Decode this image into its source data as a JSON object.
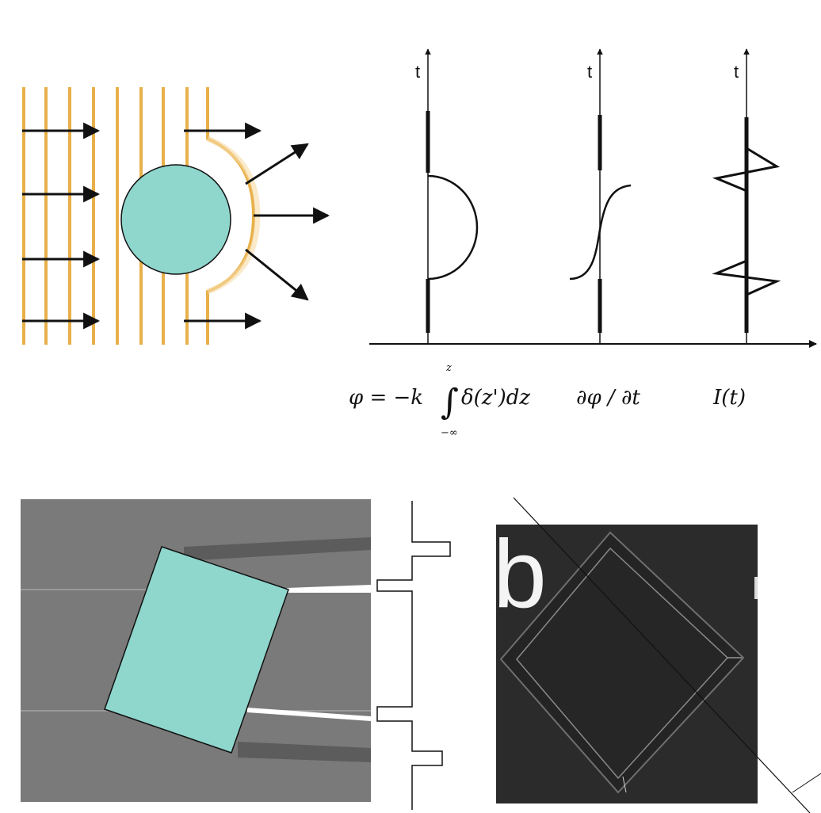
{
  "colors": {
    "wavefront": "#e8b04a",
    "object": "#8fd6cc",
    "grey_field": "#7b7a7b",
    "dark_band": "#5e5d5e",
    "ray_white": "#ffffff",
    "ink": "#111111"
  },
  "top_right": {
    "axis_label_1": "t",
    "axis_label_2": "t",
    "axis_label_3": "t",
    "formula_phi_lhs": "φ = −k",
    "formula_phi_integral": "∫",
    "formula_phi_upper": "z",
    "formula_phi_lower": "−∞",
    "formula_phi_rhs": "δ(z')dz",
    "formula_dphi": "∂φ / ∂t",
    "formula_intensity": "I(t)"
  },
  "bottom_right_inset": {
    "label": "b"
  }
}
